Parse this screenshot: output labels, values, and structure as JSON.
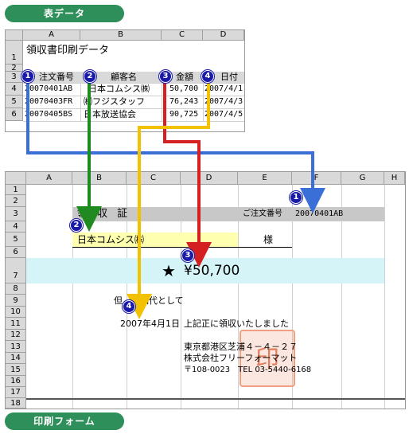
{
  "sections": {
    "data_table_label": "表データ",
    "print_form_label": "印刷フォーム"
  },
  "top_sheet": {
    "columns": [
      "A",
      "B",
      "C",
      "D"
    ],
    "rows": [
      "1",
      "2",
      "3",
      "4",
      "5",
      "6"
    ],
    "title": "領収書印刷データ",
    "headers": [
      "注文番号",
      "顧客名",
      "金額",
      "日付"
    ],
    "records": [
      [
        "20070401AB",
        "日本コムシス㈱",
        "50,700",
        "2007/4/1"
      ],
      [
        "20070403FR",
        "㈱フジスタッフ",
        "76,243",
        "2007/4/3"
      ],
      [
        "20070405BS",
        "日本放送協会",
        "90,725",
        "2007/4/5"
      ]
    ]
  },
  "bottom_sheet": {
    "columns": [
      "A",
      "B",
      "C",
      "D",
      "E",
      "F",
      "G",
      "H"
    ],
    "rows": [
      "1",
      "2",
      "3",
      "4",
      "5",
      "6",
      "7",
      "8",
      "9",
      "10",
      "11",
      "12",
      "13",
      "14",
      "15",
      "16",
      "17",
      "18"
    ],
    "receipt_title": "領 収 証",
    "order_no_label": "ご注文番号",
    "order_no_value": "20070401AB",
    "customer_name": "日本コムシス㈱",
    "honorific": "様",
    "amount_star": "★",
    "amount": "¥50,700",
    "note": "但　商品代として",
    "date": "2007年4月1日",
    "receipt_statement": "上記正に領収いたしました",
    "address": "東京都港区芝浦４－４－２７",
    "company": "株式会社フリーフォーマット",
    "postal_phone": "〒108-0023　TEL 03-5440-6168",
    "stamp_text": "印"
  },
  "badges": [
    "1",
    "2",
    "3",
    "4"
  ],
  "colors": {
    "section_pill": "#2f8f5a",
    "badge": "#1a1aa8",
    "arrow_blue": "#3b6fd8",
    "arrow_green": "#1f8a1f",
    "arrow_red": "#d42020",
    "arrow_yellow": "#f2c200",
    "title_band": "#c8c8c8",
    "name_band": "#ffffb0",
    "amount_band": "#d4f4f8"
  }
}
